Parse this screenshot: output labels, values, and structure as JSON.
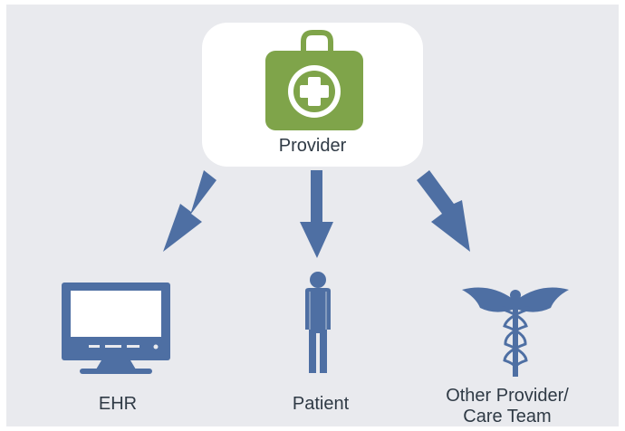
{
  "nodes": {
    "provider": {
      "label": "Provider",
      "icon": "medical-kit-icon"
    },
    "ehr": {
      "label": "EHR",
      "icon": "computer-monitor-icon"
    },
    "patient": {
      "label": "Patient",
      "icon": "person-icon"
    },
    "other": {
      "label": "Other Provider/ Care Team",
      "icon": "caduceus-icon"
    }
  },
  "colors": {
    "background": "#e9eaee",
    "kit_green": "#7fa44a",
    "arrow_blue": "#4e6fa3",
    "text": "#2f3a45"
  }
}
